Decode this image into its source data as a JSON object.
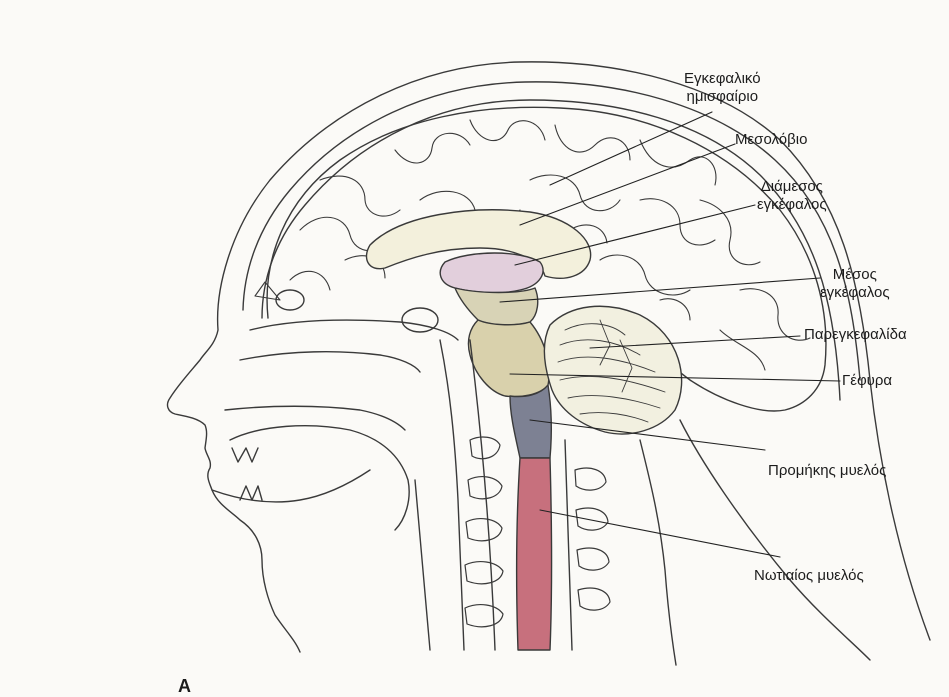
{
  "labels": {
    "cerebral_hemisphere": {
      "line1": "Εγκεφαλικό",
      "line2": "ημισφαίριο"
    },
    "corpus_callosum": {
      "line1": "Μεσολόβιο"
    },
    "diencephalon": {
      "line1": "Διάμεσος",
      "line2": "εγκέφαλος"
    },
    "midbrain": {
      "line1": "Μέσος",
      "line2": "εγκέφαλος"
    },
    "cerebellum": {
      "line1": "Παρεγκεφαλίδα"
    },
    "pons": {
      "line1": "Γέφυρα"
    },
    "medulla": {
      "line1": "Προμήκης μυελός"
    },
    "spinal_cord": {
      "line1": "Νωτιαίος μυελός"
    }
  },
  "panel_letter": "A",
  "colors": {
    "outline": "#3a3a3a",
    "diencephalon_fill": "#e2cfdc",
    "midbrain_fill": "#d8d3b6",
    "pons_fill": "#d9d1ac",
    "medulla_fill": "#7d8193",
    "spinal_cord_fill": "#c7707d",
    "corpus_callosum_fill": "#f3f0dc",
    "cerebellum_fill": "#f2f0e0"
  }
}
